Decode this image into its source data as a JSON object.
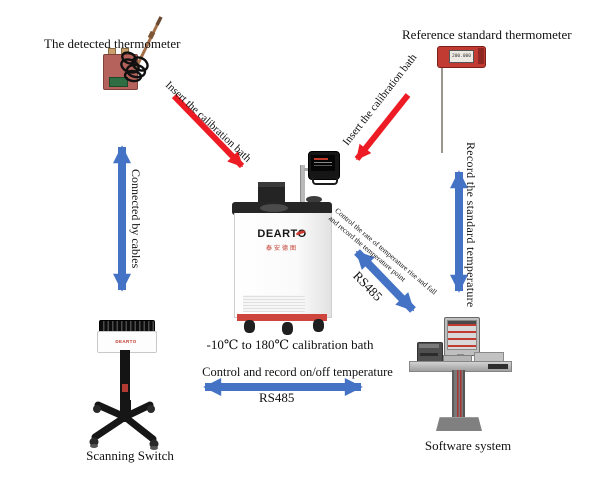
{
  "nodes": {
    "detected_thermometer": {
      "label": "The detected thermometer"
    },
    "reference_thermometer": {
      "label": "Reference standard thermometer",
      "display_value": "200.000"
    },
    "calibration_bath": {
      "caption": "-10℃ to 180℃ calibration bath",
      "brand": "DEARTO",
      "brand_cn": "泰安德图"
    },
    "scanning_switch": {
      "label": "Scanning Switch",
      "brand": "DEARTO"
    },
    "software_system": {
      "label": "Software system"
    }
  },
  "connections": {
    "insert_left": {
      "label": "Insert the calibration bath"
    },
    "insert_right": {
      "label": "Insert the calibration bath"
    },
    "cables": {
      "label": "Connected by cables"
    },
    "record_standard": {
      "label": "Record the standard temperature"
    },
    "control_rate": {
      "label_line1": "Control the rate of temperature rise and fall",
      "label_line2": "and record the temperature point",
      "protocol": "RS485"
    },
    "control_onoff": {
      "label": "Control and record on/off temperature",
      "protocol": "RS485"
    }
  },
  "colors": {
    "background": "#ffffff",
    "arrow_blue": "#4472c4",
    "arrow_red": "#ed1c24",
    "bath_trim_red": "#cd453c",
    "thermometer_red": "#c23b33",
    "text": "#111111"
  }
}
